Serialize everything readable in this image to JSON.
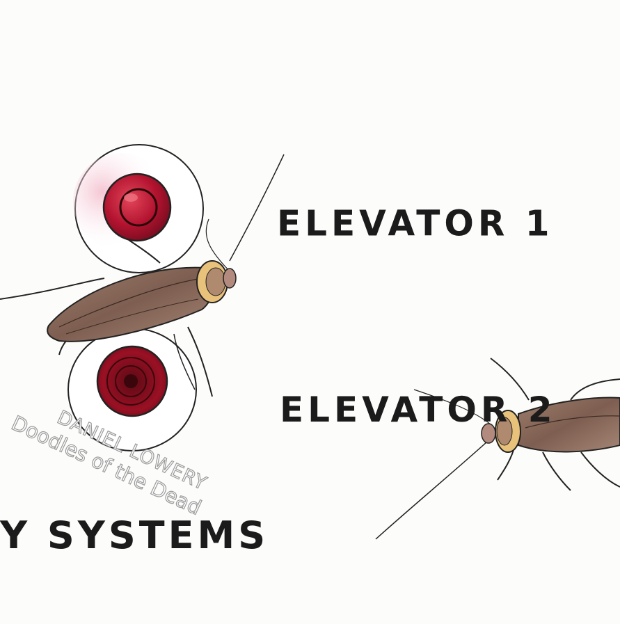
{
  "labels": {
    "elevator_1": "ELEVATOR 1",
    "elevator_2": "ELEVATOR 2",
    "systems": "Y SYSTEMS"
  },
  "watermark": {
    "artist": "DANIEL LOWERY",
    "series": "Doodles of the Dead"
  },
  "colors": {
    "paper": "#fcfcfa",
    "ink": "#1b1b1b",
    "button_red": "#b3132f",
    "roach_body": "#8b6a5a",
    "roach_edge": "#e3c27d"
  }
}
